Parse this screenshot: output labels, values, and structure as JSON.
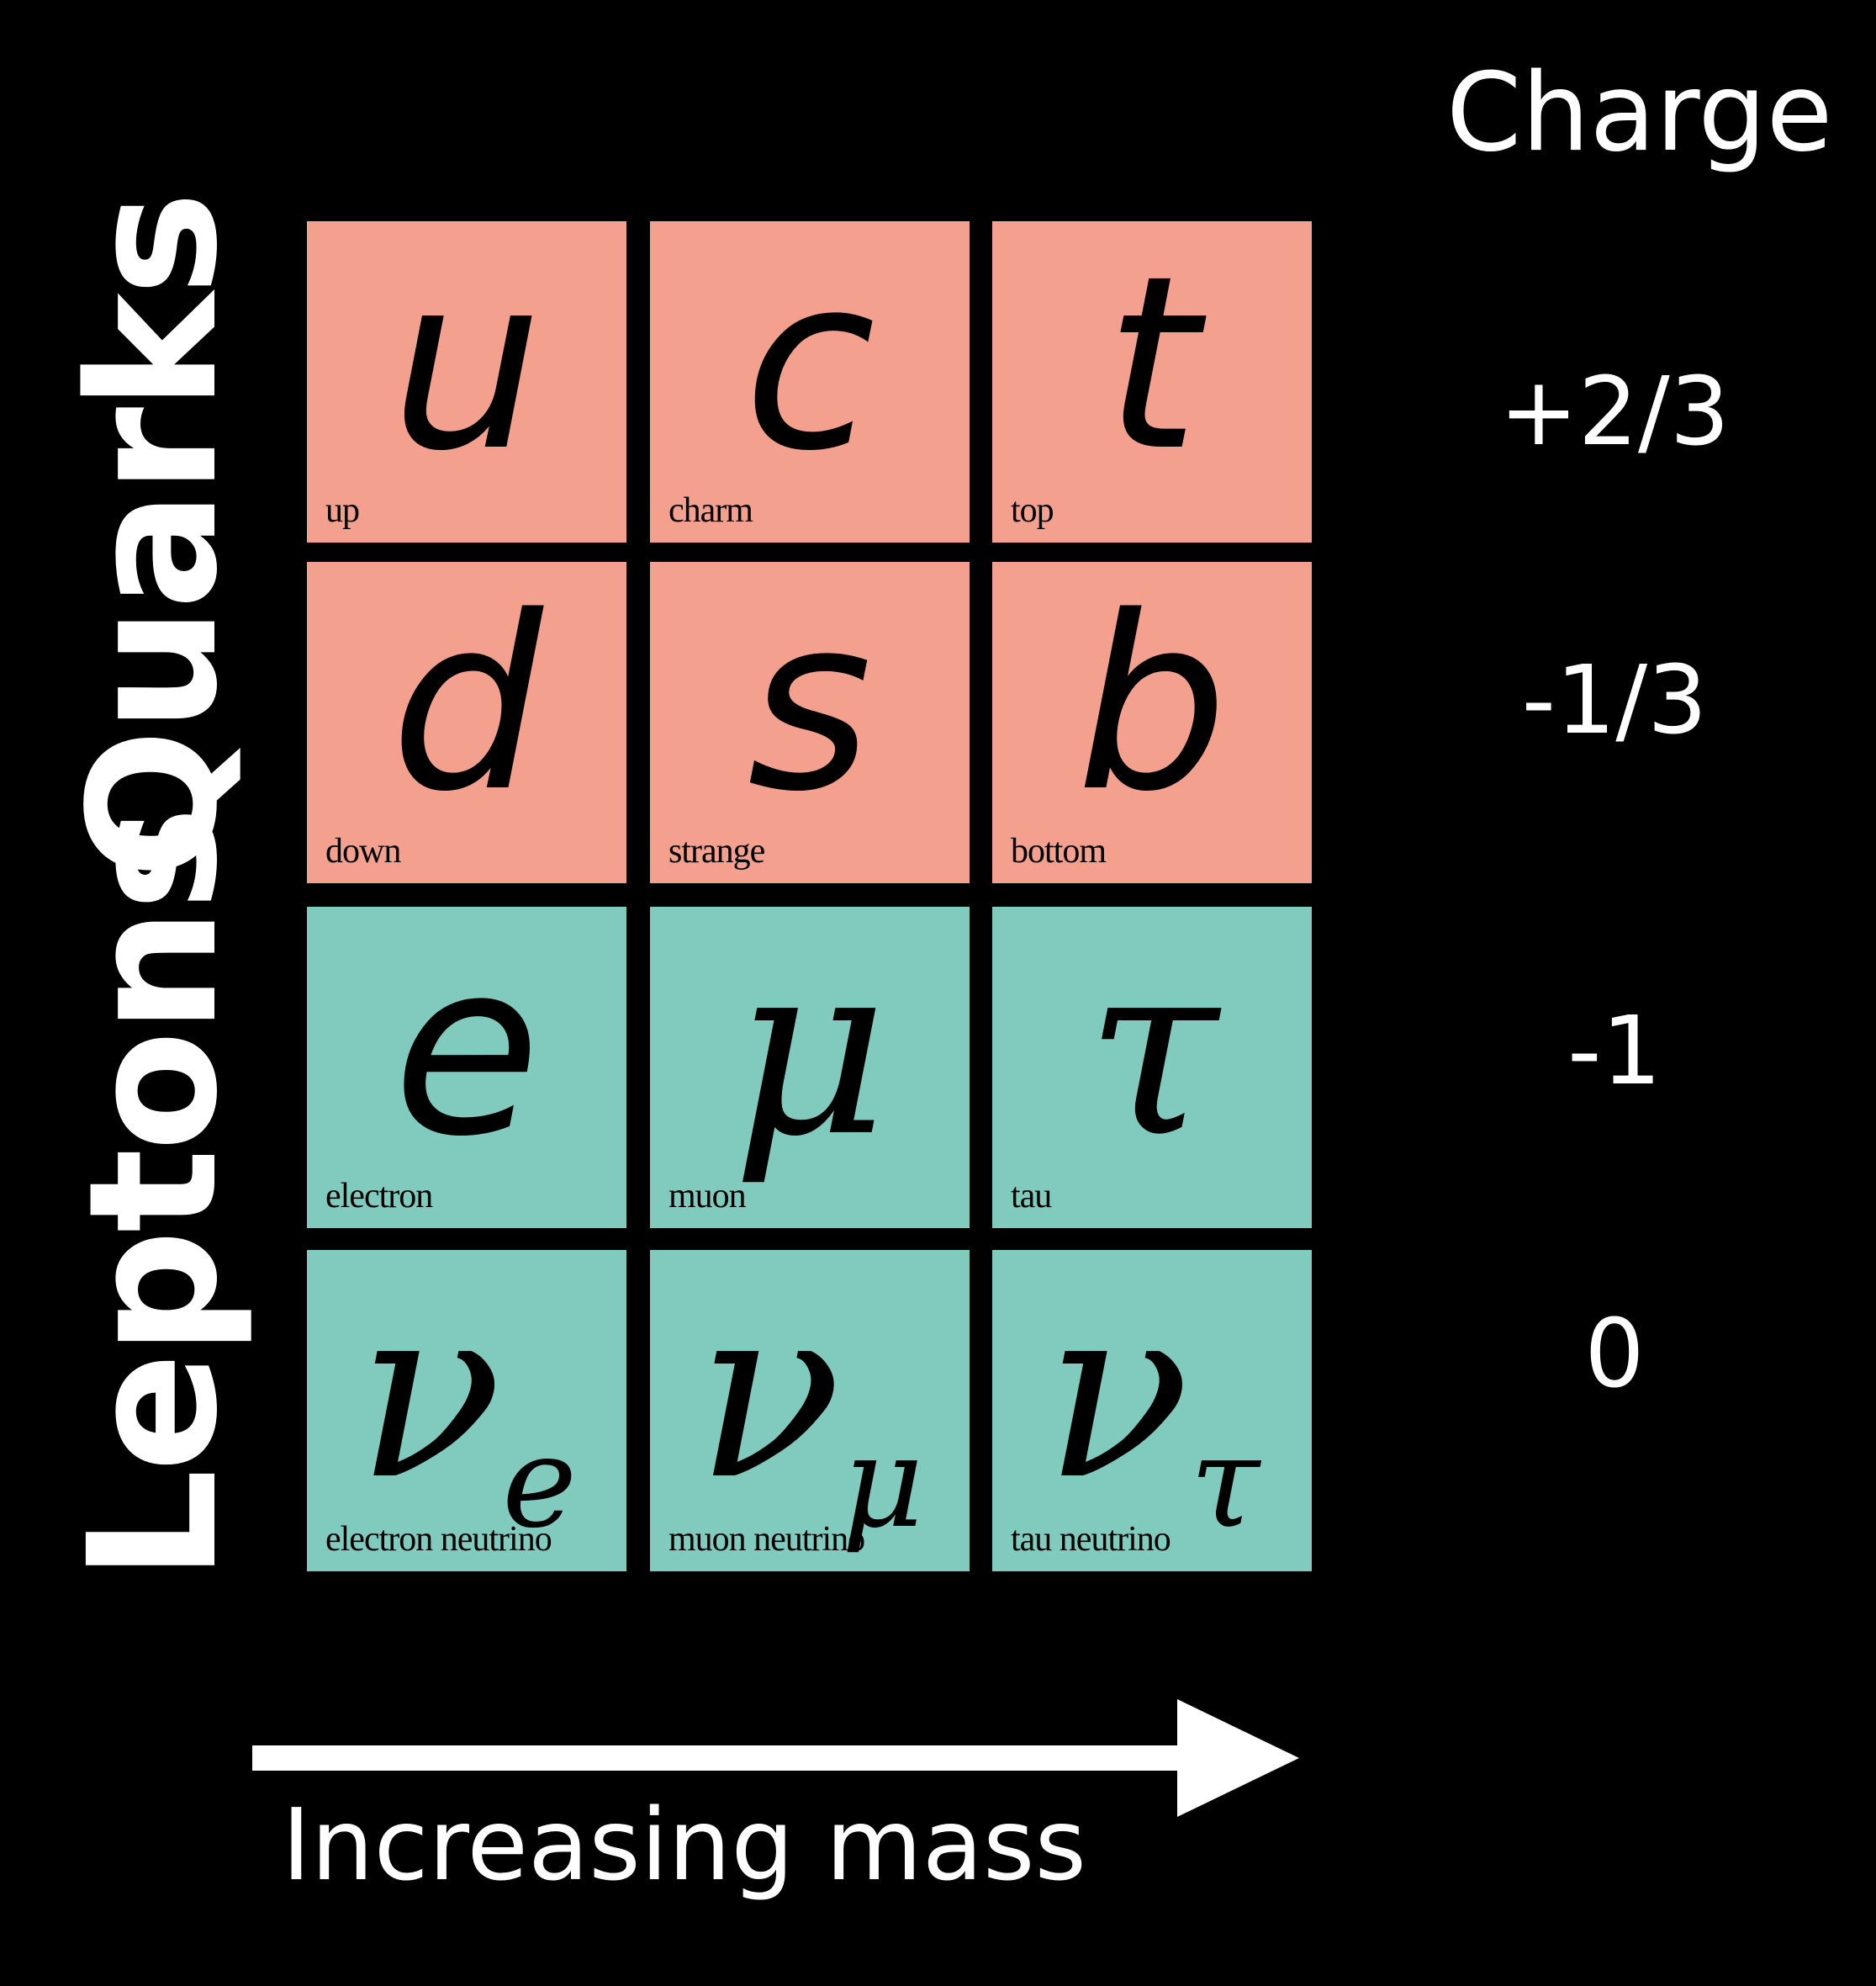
{
  "header": {
    "charge_title": "Charge"
  },
  "groups": {
    "quarks": "Quarks",
    "leptons": "Leptons"
  },
  "charges": [
    "+2/3",
    "-1/3",
    "-1",
    "0"
  ],
  "rows": [
    {
      "kind": "quark",
      "cells": [
        {
          "symbol": "u",
          "sub": "",
          "name": "up"
        },
        {
          "symbol": "c",
          "sub": "",
          "name": "charm"
        },
        {
          "symbol": "t",
          "sub": "",
          "name": "top"
        }
      ]
    },
    {
      "kind": "quark",
      "cells": [
        {
          "symbol": "d",
          "sub": "",
          "name": "down"
        },
        {
          "symbol": "s",
          "sub": "",
          "name": "strange"
        },
        {
          "symbol": "b",
          "sub": "",
          "name": "bottom"
        }
      ]
    },
    {
      "kind": "lepton",
      "cells": [
        {
          "symbol": "e",
          "sub": "",
          "name": "electron"
        },
        {
          "symbol": "μ",
          "sub": "",
          "name": "muon"
        },
        {
          "symbol": "τ",
          "sub": "",
          "name": "tau"
        }
      ]
    },
    {
      "kind": "lepton",
      "cells": [
        {
          "symbol": "ν",
          "sub": "e",
          "name": "electron neutrino"
        },
        {
          "symbol": "ν",
          "sub": "μ",
          "name": "muon neutrino"
        },
        {
          "symbol": "ν",
          "sub": "τ",
          "name": "tau neutrino"
        }
      ]
    }
  ],
  "axis": {
    "mass_label": "Increasing mass"
  },
  "colors": {
    "background": "#000000",
    "quark_fill": "#f4a08e",
    "lepton_fill": "#80cbbd",
    "text_light": "#ffffff",
    "text_dark": "#000000"
  }
}
